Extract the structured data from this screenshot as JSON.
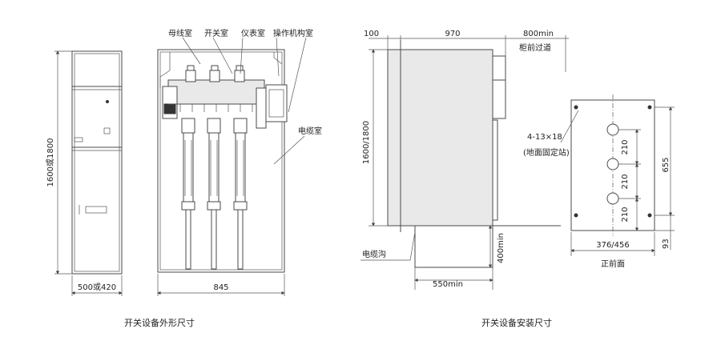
{
  "left_drawing": {
    "caption": "开关设备外形尺寸",
    "labels": {
      "busbar_room": "母线室",
      "switch_room": "开关室",
      "instrument_room": "仪表室",
      "mechanism_room": "操作机构室",
      "cable_room": "电缆室"
    },
    "dimensions": {
      "front_height": "1600或1800",
      "front_width": "500或420",
      "side_depth": "845"
    }
  },
  "right_drawing": {
    "caption": "开关设备安装尺寸",
    "dimensions": {
      "rear_gap": "100",
      "depth": "970",
      "front_aisle": "800min",
      "front_aisle_note": "柜前过道",
      "height": "1600/1800",
      "trench_depth": "400min",
      "trench_width": "550min",
      "trench_label": "电缆沟",
      "hole_spec": "4-13×18",
      "hole_note": "(地面固定站)",
      "pitch_1": "210",
      "pitch_2": "210",
      "pitch_3": "210",
      "overall_pitch": "655",
      "bottom_offset": "93",
      "base_width": "376/456",
      "front_view_label": "正前面"
    }
  }
}
